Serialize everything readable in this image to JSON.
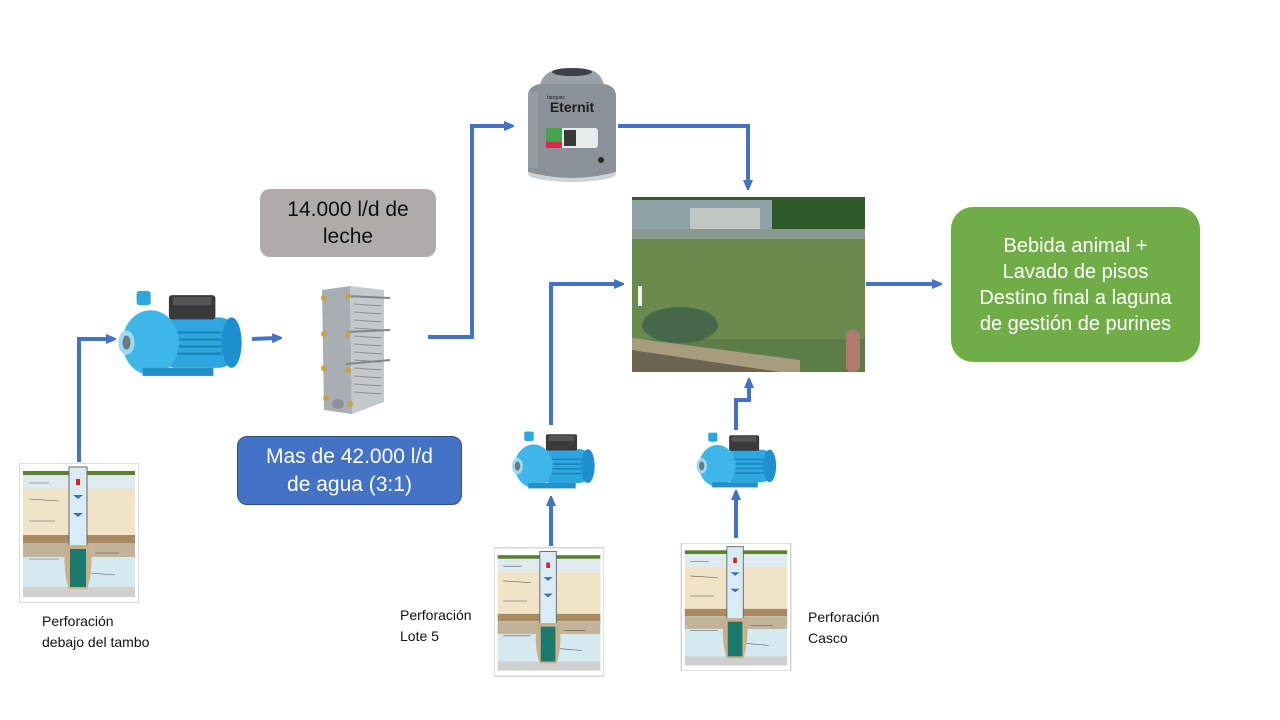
{
  "diagram": {
    "title": "Water flow diagram: boreholes, pumps, heat exchanger, tank and reservoir",
    "colors": {
      "arrow": "#4472c4",
      "milk_box": "#afabab",
      "water_box": "#4472c4",
      "destination_box": "#70ad47"
    },
    "boxes": {
      "milk": {
        "text": "14.000 l/d de\nleche"
      },
      "water": {
        "text": "Mas de 42.000 l/d\nde agua (3:1)"
      },
      "destination": {
        "text": "Bebida animal +\nLavado de pisos\nDestino final a laguna\nde gestión de purines"
      }
    },
    "wells": [
      {
        "id": "tambo",
        "label": "Perforación\n  debajo del tambo"
      },
      {
        "id": "lote5",
        "label": "Perforación\n Lote 5"
      },
      {
        "id": "casco",
        "label": "Perforación\nCasco"
      }
    ],
    "images": {
      "pump": "centrifugal-pump",
      "heat_exchanger": "plate-heat-exchanger",
      "tank": "water-tank",
      "tank_brand": "Eternit",
      "tank_brand_small": "tanques",
      "reservoir": "water-reservoir"
    },
    "flows": [
      {
        "from": "well-tambo",
        "to": "pump-main"
      },
      {
        "from": "pump-main",
        "to": "heat-exchanger"
      },
      {
        "from": "heat-exchanger",
        "to": "tank"
      },
      {
        "from": "tank",
        "to": "reservoir"
      },
      {
        "from": "well-lote5",
        "to": "pump-lote5"
      },
      {
        "from": "pump-lote5",
        "to": "reservoir"
      },
      {
        "from": "well-casco",
        "to": "pump-casco"
      },
      {
        "from": "pump-casco",
        "to": "reservoir"
      },
      {
        "from": "reservoir",
        "to": "destination"
      }
    ]
  }
}
